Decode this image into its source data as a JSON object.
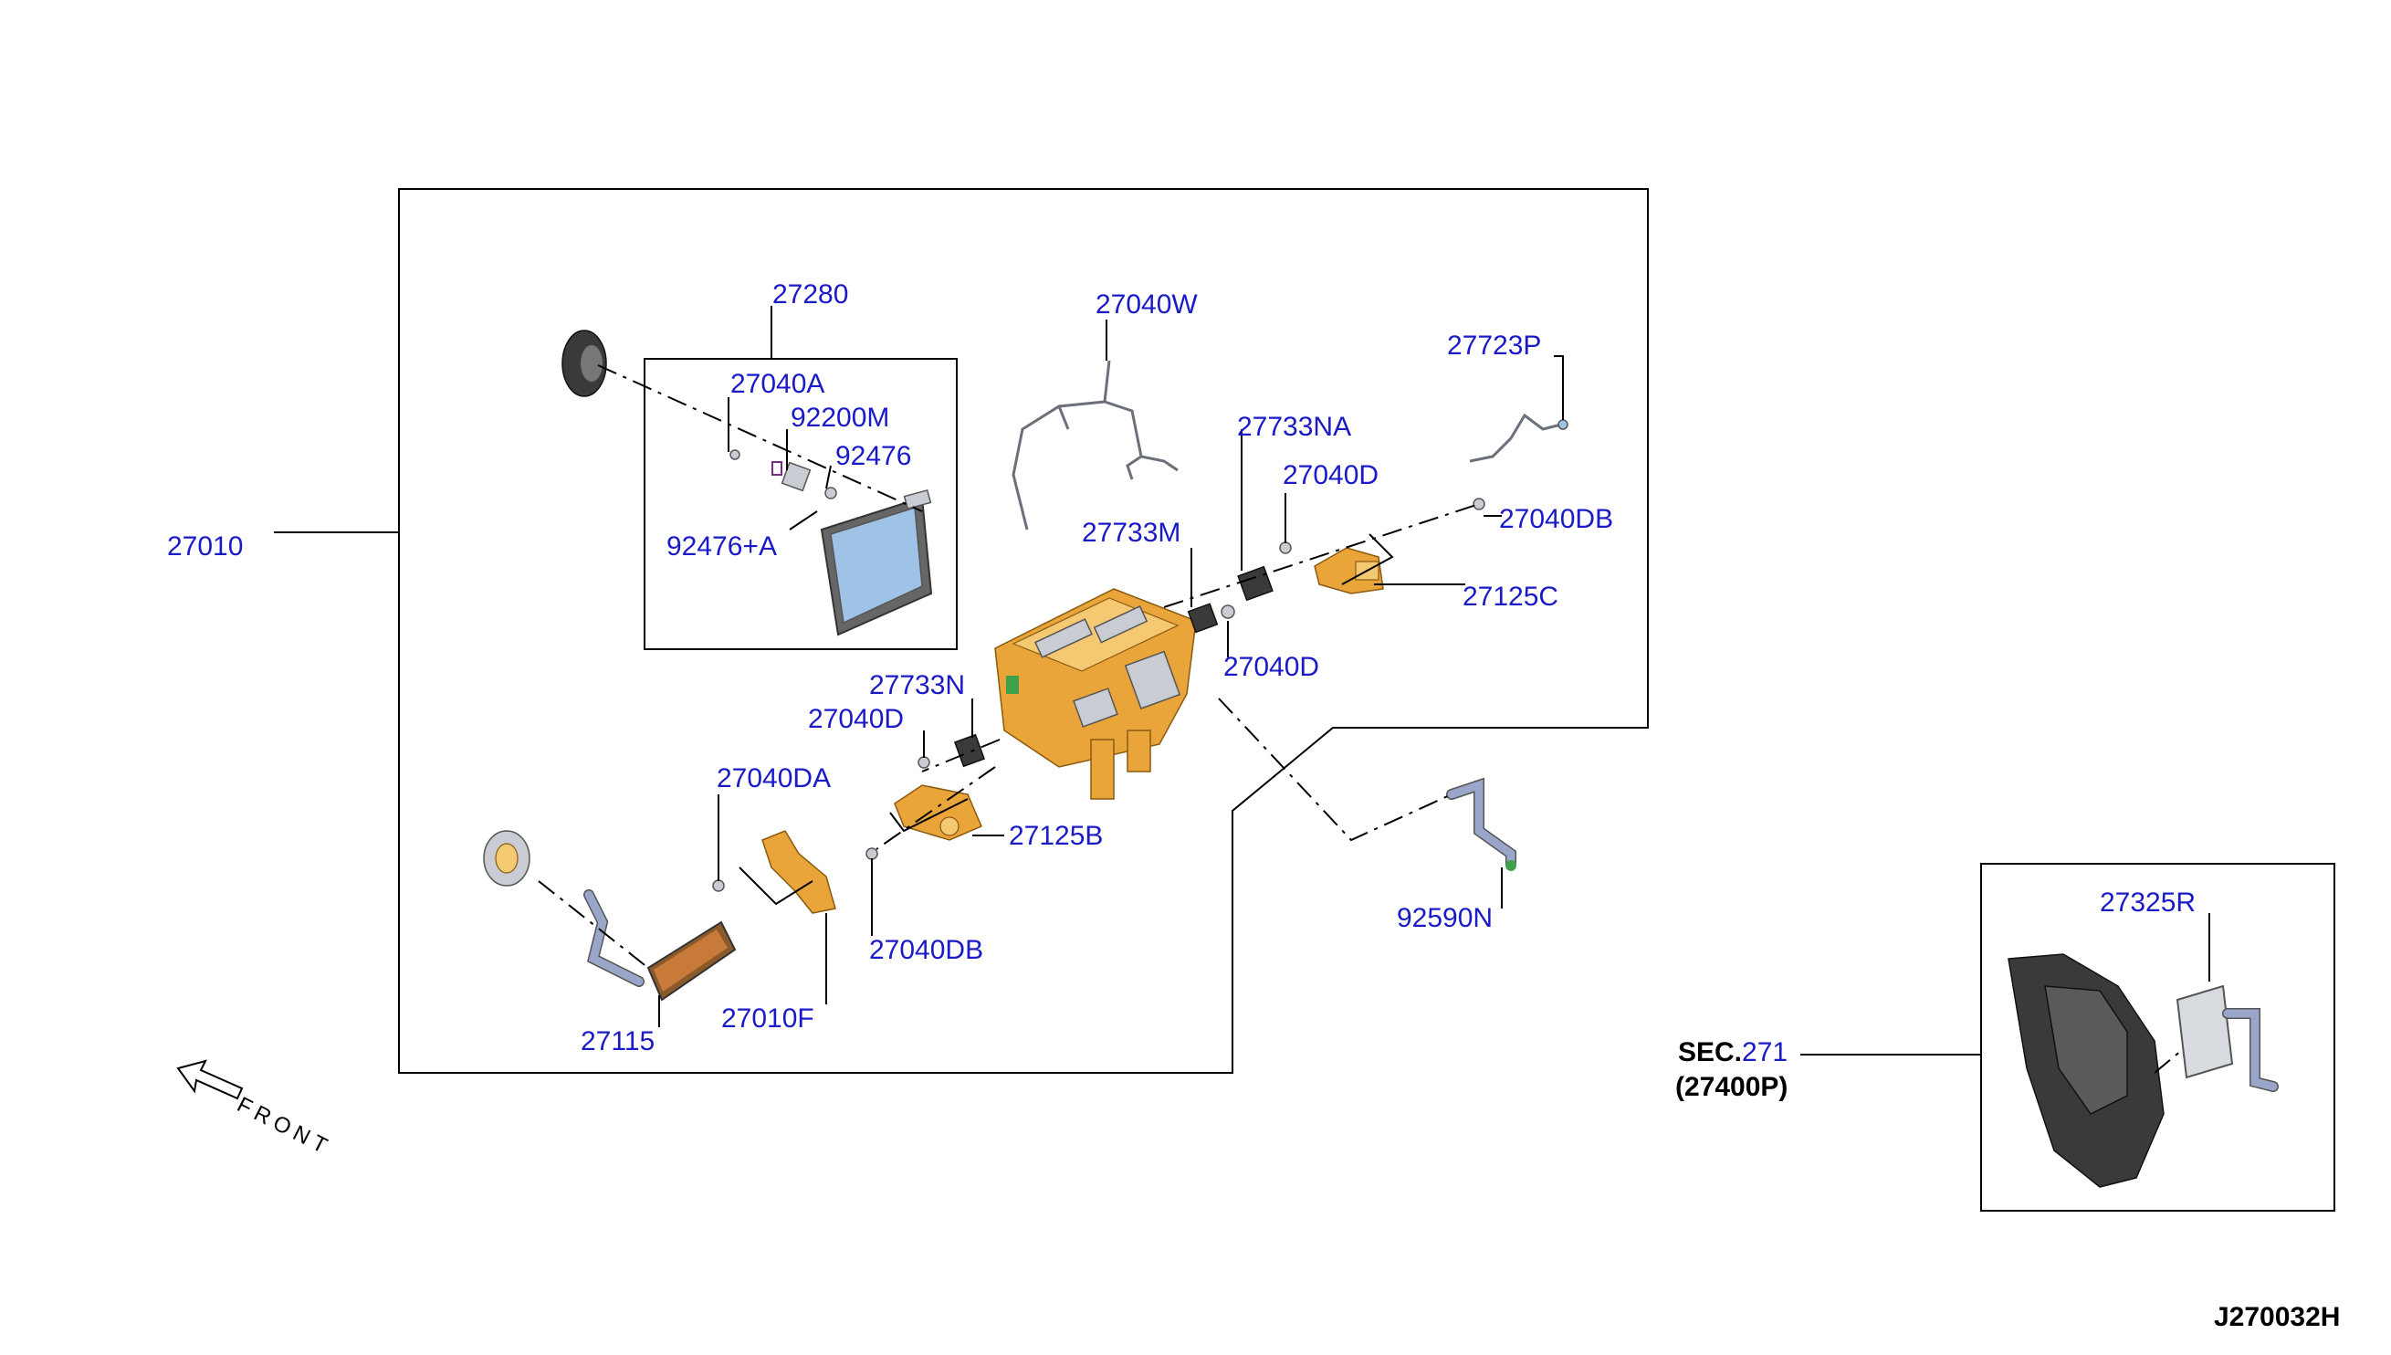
{
  "diagram": {
    "labels": {
      "l27010": "27010",
      "l27280": "27280",
      "l27040A": "27040A",
      "l92200M": "92200M",
      "l92476": "92476",
      "l92476A": "92476+A",
      "l27040W": "27040W",
      "l27723P": "27723P",
      "l27733NA": "27733NA",
      "l27040D_1": "27040D",
      "l27040DB_1": "27040DB",
      "l27733M": "27733M",
      "l27125C": "27125C",
      "l27040D_2": "27040D",
      "l27733N": "27733N",
      "l27040D_3": "27040D",
      "l27040DA": "27040DA",
      "l27125B": "27125B",
      "l27040DB_2": "27040DB",
      "l27010F": "27010F",
      "l27115": "27115",
      "l92590N": "92590N",
      "l27325R": "27325R"
    },
    "sec_ref": {
      "prefix": "SEC.",
      "number": "271",
      "sub": "(27400P)"
    },
    "front_label": "FRONT",
    "diagram_code": "J270032H"
  }
}
